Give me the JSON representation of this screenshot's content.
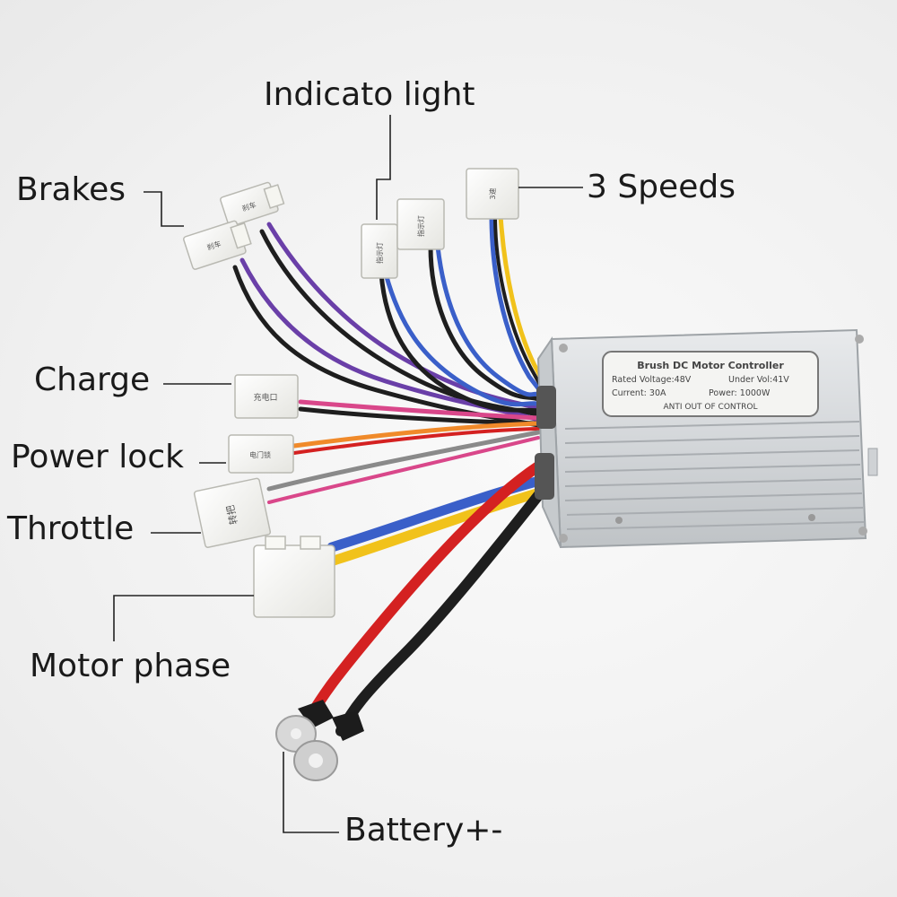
{
  "labels": {
    "indicator_light": "Indicato light",
    "brakes": "Brakes",
    "three_speeds": "3 Speeds",
    "charge": "Charge",
    "power_lock": "Power lock",
    "throttle": "Throttle",
    "motor_phase": "Motor phase",
    "battery": "Battery+-"
  },
  "nameplate": {
    "title": "Brush DC Motor Controller",
    "rated_voltage": "Rated Voltage:48V",
    "under_voltage": "Under Vol:41V",
    "current": "Current: 30A",
    "power": "Power: 1000W",
    "feature": "ANTI OUT OF CONTROL"
  },
  "connector_texts": {
    "brake_top": "刹车",
    "brake_bottom": "刹车",
    "indicator_left": "指示灯",
    "indicator_right": "指示灯",
    "speeds": "3速",
    "charge": "充电口",
    "power_lock": "电门锁",
    "throttle": "转把"
  },
  "colors": {
    "housing": "#d9dcdf",
    "plate": "#f4f4f2",
    "wire_red": "#d42121",
    "wire_black": "#1e1e1e",
    "wire_blue": "#3a5fc9",
    "wire_yellow": "#f1c21b",
    "wire_purple": "#6a3fa8",
    "wire_pink": "#d9478a",
    "wire_orange": "#f08a2a",
    "wire_gray": "#8a8a8a",
    "connector": "#fbfbf8"
  }
}
